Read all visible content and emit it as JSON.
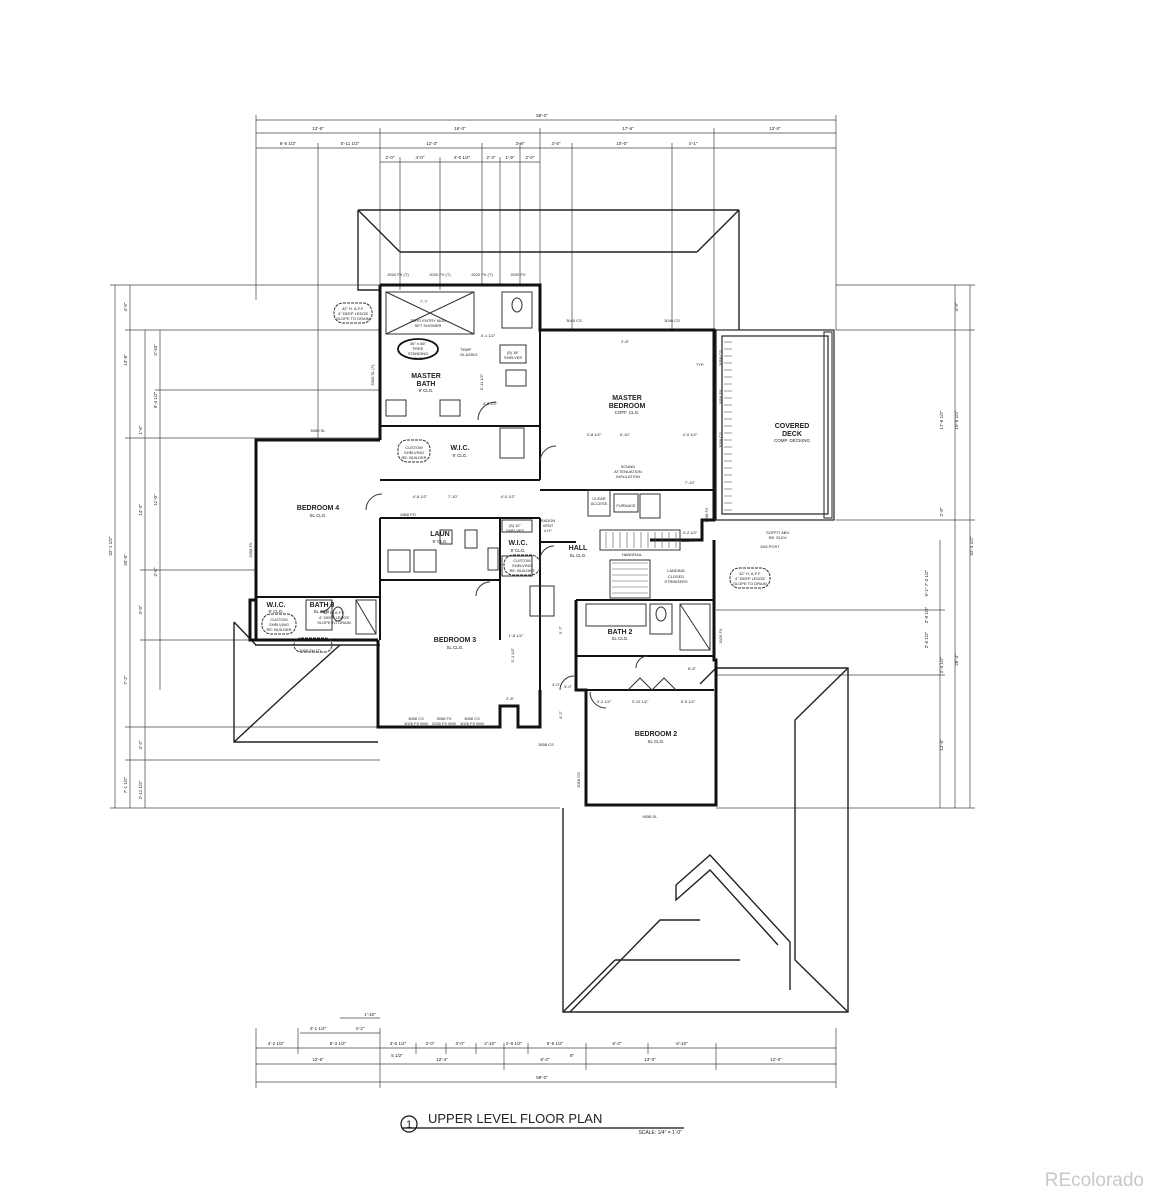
{
  "plan": {
    "title": "UPPER LEVEL FLOOR PLAN",
    "scale": "SCALE: 1/4\" = 1'-0\"",
    "sheet_number": "1"
  },
  "rooms": {
    "master_bath": {
      "name": "MASTER",
      "name2": "BATH",
      "clg": "9' CLG."
    },
    "master_bedroom": {
      "name": "MASTER",
      "name2": "BEDROOM",
      "clg": "COFF. CLG."
    },
    "covered_deck": {
      "name": "COVERED",
      "name2": "DECK",
      "clg": "COMP. DECKING"
    },
    "wic_master": {
      "name": "W.I.C.",
      "clg": "9' CLG."
    },
    "bedroom4": {
      "name": "BEDROOM 4",
      "clg": "SL CLG."
    },
    "laun": {
      "name": "LAUN",
      "clg": "9' CLG."
    },
    "wic_mid": {
      "name": "W.I.C.",
      "clg": "9' CLG."
    },
    "hall": {
      "name": "HALL",
      "clg": "SL CLG."
    },
    "wic_small": {
      "name": "W.I.C.",
      "clg": "9' CLG."
    },
    "bath3": {
      "name": "BATH 3",
      "clg": "SL CLG."
    },
    "bedroom3": {
      "name": "BEDROOM 3",
      "clg": "SL CLG."
    },
    "bath2": {
      "name": "BATH 2",
      "clg": "SL CLG."
    },
    "bedroom2": {
      "name": "BEDROOM 2",
      "clg": "SL CLG."
    }
  },
  "notes": {
    "shower_ledge": "42\" H. A.F.F.",
    "shower_ledge2": "4\" DEEP LEDGE",
    "shower_ledge3": "SLOPE TO DRAIN",
    "zero_entry": "ZERO ENTRY MUD",
    "zero_entry2": "SET SHOWER",
    "tub": "36\" x 66\"",
    "tub2": "FREE",
    "tub3": "STANDING",
    "tub4": "TUB",
    "temp_glazing": "TEMP",
    "temp_glazing2": "GLAZING",
    "shelves": "(5) 18\"",
    "shelves2": "SHELVES",
    "custom_shelving": "CUSTOM",
    "custom_shelving2": "SHELVING",
    "custom_shelving3": "RE: BUILDER",
    "sound": "SOUND",
    "sound2": "ATTENUATION",
    "sound3": "INSULATION",
    "clear_access": "CLEAR",
    "clear_access2": "ACCESS",
    "furnace": "FURNACE",
    "radon": "RADON",
    "radon2": "VENT",
    "radon3": "V.I.F.",
    "handrail": "HANDRAIL",
    "landing": "LANDING",
    "closed_stringers": "CLOSED",
    "closed_stringers2": "STRINGERS",
    "soffit": "SOFFIT ABV.",
    "soffit2": "RE: ELEV.",
    "post": "6X6 POST",
    "shelves_mid": "(5) 12\"",
    "shelves_mid2": "SHELVES",
    "clear": "CLEAR",
    "typ": "TYP."
  },
  "windows": {
    "w1": "2020 FX (T)",
    "w2": "2020 FX (T)",
    "w3": "2020 FX (T)",
    "w4": "2020 FX",
    "w5": "3040 CS",
    "w6": "3040 CS",
    "w7": "5050 SL",
    "w8": "5058 SL (T)",
    "w9": "2868 PO",
    "w10": "3058 FX",
    "w11": "3058 CS",
    "w12": "3056 FX",
    "w13": "2068 SH (T)",
    "w14": "3056 CS",
    "w15": "3056 FX",
    "w16": "3056 CS",
    "w17": "3026 FX B/W",
    "w18": "2030 FX B/W",
    "w19": "3026 FX B/W",
    "w20": "2658 CS",
    "w21": "6058 SL",
    "w22": "3058 CS",
    "w23": "3026 FX",
    "w24": "3068 FX",
    "w25": "3058 CS"
  },
  "dimensions": {
    "top_overall": "58'-0\"",
    "top_row1": [
      "12'-6\"",
      "16'-0\"",
      "17'-6\"",
      "12'-0\""
    ],
    "top_row2": [
      "6'-6 1/2\"",
      "5'-11 1/2\"",
      "12'-3\"",
      "3'-9\"",
      "3'-5\"",
      "10'-0\"",
      "4'-1\""
    ],
    "top_row3": [
      "2'-0\"",
      "4'-0\"",
      "4'-0 1/2\"",
      "2'-3\"",
      "1'-9\"",
      "2'-0\""
    ],
    "bottom_overall": "58'-0\"",
    "bottom_row1": [
      "12'-6\"",
      "12'-4\"",
      "8'-2\"",
      "13'-0\"",
      "12'-0\""
    ],
    "bottom_row2": [
      "4'-2 1/2\"",
      "8'-3 1/2\"",
      "3'-6 1/2\"",
      "3'-0\"",
      "3'-0\"",
      "2'-10\"",
      "1'-8 1/2\"",
      "5'-8 1/2\"",
      "6'-2\"",
      "6'-10\""
    ],
    "bottom_row3": [
      "4'-1 1/2\"",
      "4'-2\"",
      "5 1/2\"",
      "8\""
    ],
    "bottom_row4": [
      "1'-10\""
    ],
    "left_overall": "52'-1 1/2\"",
    "left_segments": [
      "4'-9\"",
      "13'-8\"",
      "14'-3\"",
      "20'-0\"",
      "7'-2\"",
      "4'-2\"",
      "7'-1 1/2\""
    ],
    "left_inner": [
      "3'-10\"",
      "9'-4 1/2\"",
      "11'-0\"",
      "2'-6\"",
      "3'-9\"",
      "1'-6\"",
      "2'-11 1/2\""
    ],
    "right_overall": "52'-3 1/2\"",
    "right_segments": [
      "4'-9\"",
      "17'-6 1/2\"",
      "19'-8 1/2\"",
      "28'-3\"",
      "13'-0\""
    ],
    "right_inner": [
      "2'-8\"",
      "7'-3 1/2\"",
      "9'-1\"",
      "2'-9 1/2\"",
      "2'-6 1/2\"",
      "2'-4 1/2\""
    ],
    "interior": [
      "7'-7\"",
      "2'-8\"",
      "4'-1 1/2\"",
      "4'-8 1/2\"",
      "5'-11 1/2\"",
      "4'-8 1/2\"",
      "7'-10\"",
      "4'-0 1/2\"",
      "3'-8 1/2\"",
      "6'-10\"",
      "4'-0 1/2\"",
      "7'-10\"",
      "3'-0\"",
      "2'-8\"",
      "3'-2 1/2\"",
      "3'-10 1/2\"",
      "5'-5 1/2\"",
      "4'-0\"",
      "4'-2\"",
      "1'-8 1/2\"",
      "5'-7\"",
      "5'-1 1/2\"",
      "8'-6\"",
      "4'-2 1/2\""
    ]
  },
  "watermark": "REcolorado"
}
